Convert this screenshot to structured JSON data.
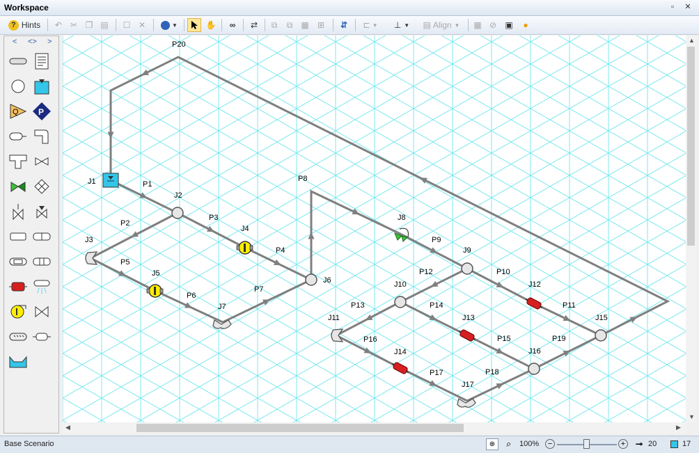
{
  "window": {
    "title": "Workspace"
  },
  "toolbar": {
    "hints_label": "Hints",
    "align_label": "Align"
  },
  "palette": {
    "nav_prev": "<",
    "nav_both": "<>",
    "nav_next": ">"
  },
  "status": {
    "scenario": "Base Scenario",
    "zoom": "100%",
    "pipe_count": "20",
    "junction_count": "17"
  },
  "colors": {
    "pipe": "#7f7f7f",
    "grid": "#7fe8ee",
    "reservoir": "#33c6e8",
    "pump": "#ffee00",
    "valve": "#d62020",
    "check_valve": "#3ac43a"
  },
  "labels": {
    "P1": "P1",
    "P2": "P2",
    "P3": "P3",
    "P4": "P4",
    "P5": "P5",
    "P6": "P6",
    "P7": "P7",
    "P8": "P8",
    "P9": "P9",
    "P10": "P10",
    "P11": "P11",
    "P12": "P12",
    "P13": "P13",
    "P14": "P14",
    "P15": "P15",
    "P16": "P16",
    "P17": "P17",
    "P18": "P18",
    "P19": "P19",
    "P20": "P20",
    "J1": "J1",
    "J2": "J2",
    "J3": "J3",
    "J4": "J4",
    "J5": "J5",
    "J6": "J6",
    "J7": "J7",
    "J8": "J8",
    "J9": "J9",
    "J10": "J10",
    "J11": "J11",
    "J12": "J12",
    "J13": "J13",
    "J14": "J14",
    "J15": "J15",
    "J16": "J16",
    "J17": "J17"
  }
}
